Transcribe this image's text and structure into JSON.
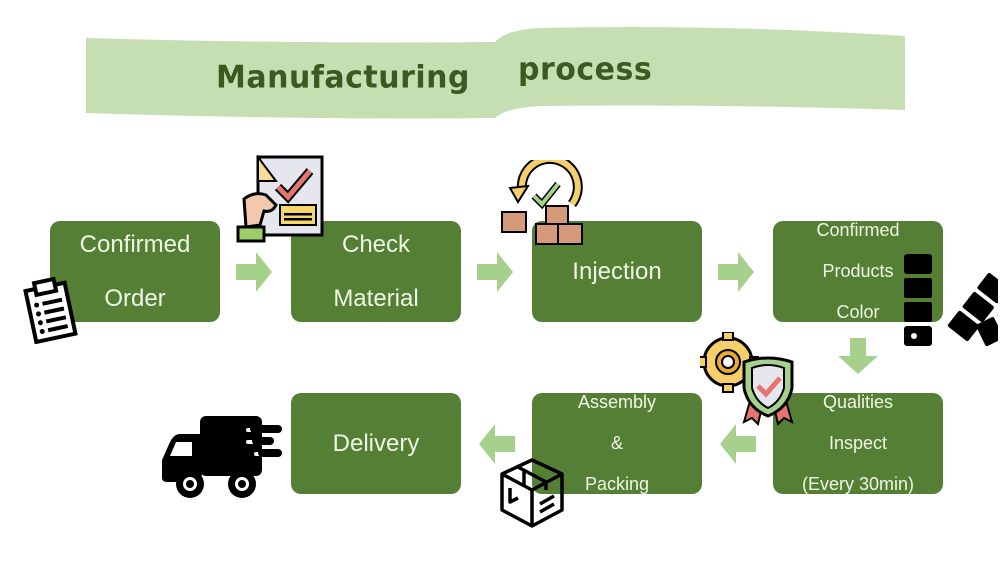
{
  "title": {
    "word1": "Manufacturing",
    "word2": "process"
  },
  "colors": {
    "banner": "#c5dfb3",
    "title_text": "#3a5a22",
    "box": "#567f36",
    "box_text": "#eef6e4",
    "arrow": "#a8d08d"
  },
  "steps": [
    {
      "id": "confirmed-order",
      "lines": [
        "Confirmed",
        "Order"
      ],
      "icon": "clipboard-icon"
    },
    {
      "id": "check-material",
      "lines": [
        "Check",
        "Material"
      ],
      "icon": "checked-document-icon"
    },
    {
      "id": "injection",
      "lines": [
        "Injection"
      ],
      "icon": "boxes-cycle-icon"
    },
    {
      "id": "confirmed-products-color",
      "lines": [
        "Confirmed",
        "Products",
        "Color"
      ],
      "icon": "color-swatch-icon"
    },
    {
      "id": "qualities-inspect",
      "lines": [
        "Qualities",
        "Inspect",
        "(Every 30min)"
      ],
      "icon": "quality-badge-icon"
    },
    {
      "id": "assembly-packing",
      "lines": [
        "Assembly",
        "&",
        "Packing"
      ],
      "icon": "package-box-icon"
    },
    {
      "id": "delivery",
      "lines": [
        "Delivery"
      ],
      "icon": "delivery-truck-icon"
    }
  ]
}
